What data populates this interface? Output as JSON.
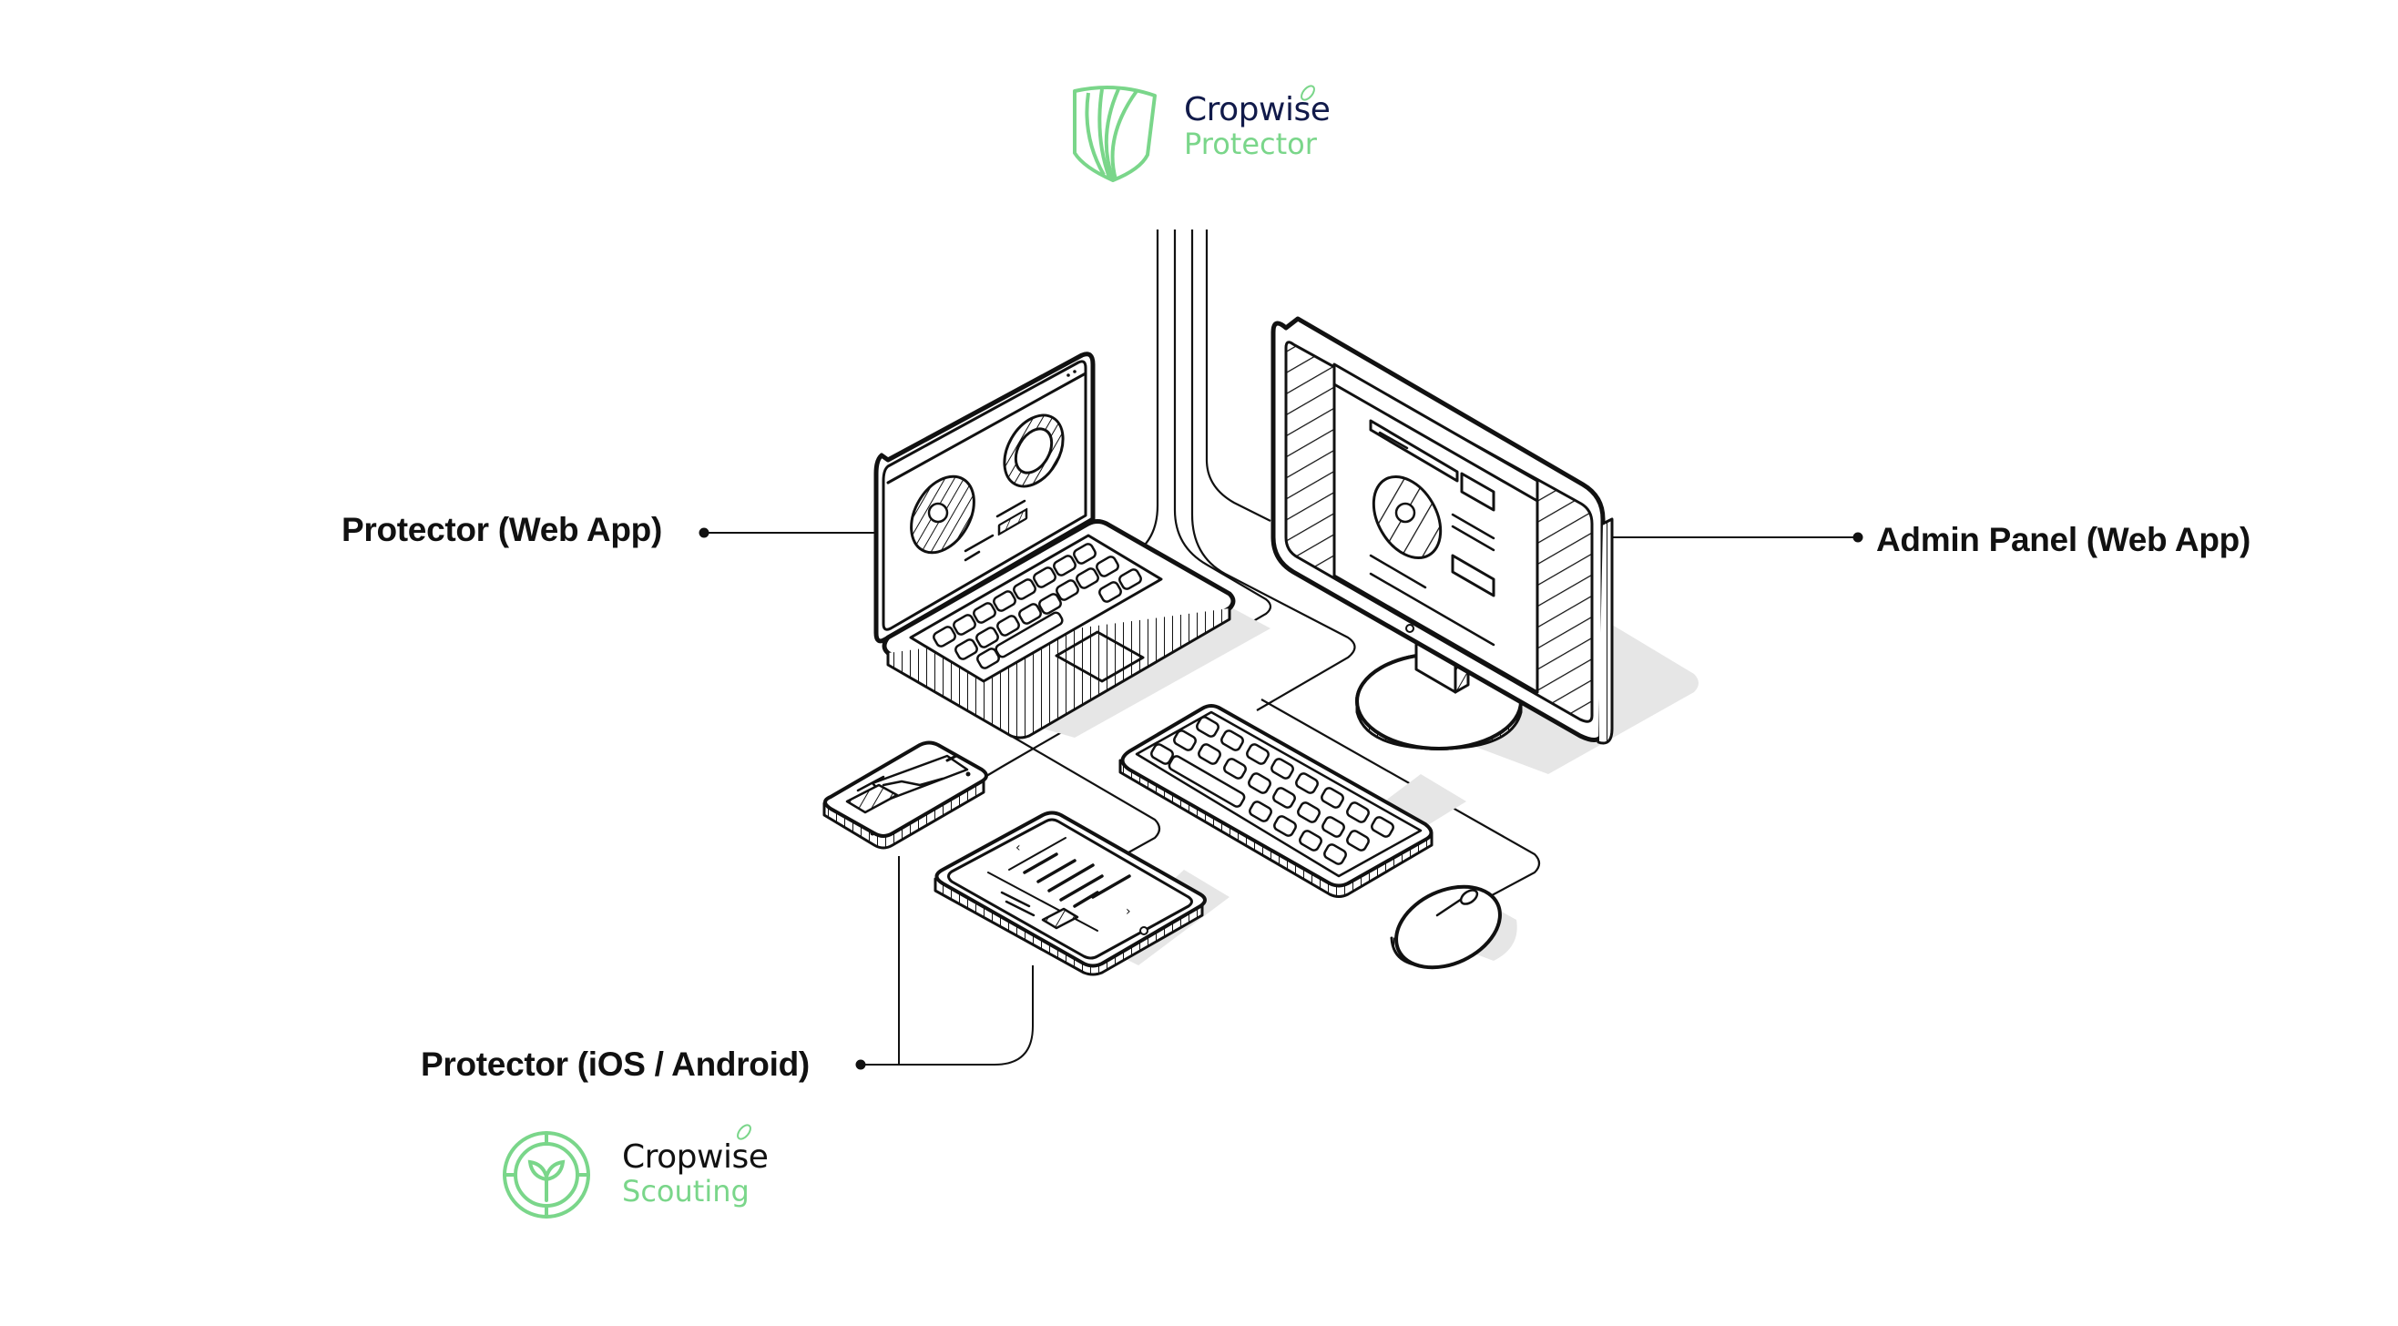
{
  "colors": {
    "brand_green": "#7ad68a",
    "brand_navy": "#111a4a",
    "line": "#111111",
    "shadow": "#e6e6e6",
    "background": "#ffffff"
  },
  "logos": {
    "protector": {
      "icon": "shield-leaf-icon",
      "name": "Cropwise",
      "product": "Protector"
    },
    "scouting": {
      "icon": "crosshair-sprout-icon",
      "name": "Cropwise",
      "product": "Scouting"
    }
  },
  "callouts": {
    "web_app": "Protector (Web App)",
    "admin_panel": "Admin Panel (Web App)",
    "mobile": "Protector (iOS / Android)"
  },
  "devices": [
    {
      "id": "laptop",
      "icon": "laptop-icon",
      "screen": "dashboard-pie-charts"
    },
    {
      "id": "monitor",
      "icon": "monitor-icon",
      "screen": "admin-dashboard"
    },
    {
      "id": "phone",
      "icon": "smartphone-icon",
      "screen": "line-chart"
    },
    {
      "id": "tablet",
      "icon": "tablet-icon",
      "screen": "bar-chart"
    },
    {
      "id": "keyboard",
      "icon": "keyboard-icon"
    },
    {
      "id": "mouse",
      "icon": "mouse-icon"
    }
  ]
}
